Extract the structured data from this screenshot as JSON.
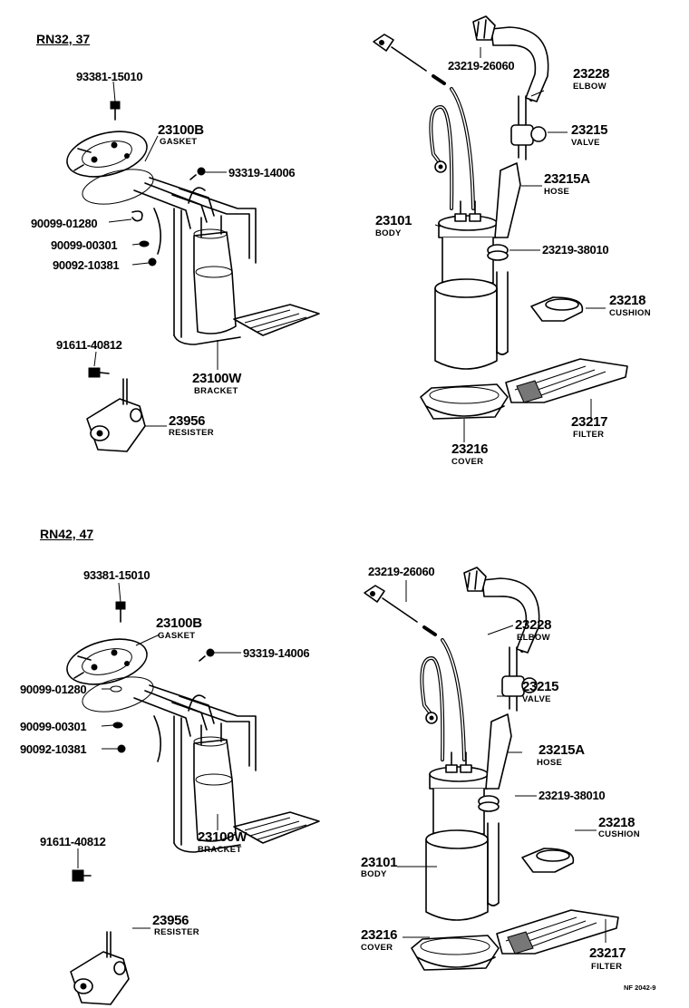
{
  "sections": [
    {
      "title": "RN32, 37",
      "parts": {
        "bolt": {
          "number": "93381-15010"
        },
        "gasket": {
          "number": "23100B",
          "name": "GASKET"
        },
        "screw": {
          "number": "93319-14006"
        },
        "clip": {
          "number": "90099-01280"
        },
        "clamp_small": {
          "number": "90099-00301"
        },
        "nut": {
          "number": "90092-10381"
        },
        "bracket": {
          "number": "23100W",
          "name": "BRACKET"
        },
        "resister_bolt": {
          "number": "91611-40812"
        },
        "resister": {
          "number": "23956",
          "name": "RESISTER"
        },
        "hose_clip_top": {
          "number": "23219-26060"
        },
        "elbow": {
          "number": "23228",
          "name": "ELBOW"
        },
        "valve": {
          "number": "23215",
          "name": "VALVE"
        },
        "hose": {
          "number": "23215A",
          "name": "HOSE"
        },
        "body": {
          "number": "23101",
          "name": "BODY"
        },
        "hose_clamp": {
          "number": "23219-38010"
        },
        "cushion": {
          "number": "23218",
          "name": "CUSHION"
        },
        "filter": {
          "number": "23217",
          "name": "FILTER"
        },
        "cover": {
          "number": "23216",
          "name": "COVER"
        }
      }
    },
    {
      "title": "RN42, 47",
      "parts": {
        "bolt": {
          "number": "93381-15010"
        },
        "gasket": {
          "number": "23100B",
          "name": "GASKET"
        },
        "screw": {
          "number": "93319-14006"
        },
        "clip": {
          "number": "90099-01280"
        },
        "clamp_small": {
          "number": "90099-00301"
        },
        "nut": {
          "number": "90092-10381"
        },
        "bracket": {
          "number": "23100W",
          "name": "BRACKET"
        },
        "resister_bolt": {
          "number": "91611-40812"
        },
        "resister": {
          "number": "23956",
          "name": "RESISTER"
        },
        "hose_clip_top": {
          "number": "23219-26060"
        },
        "elbow": {
          "number": "23228",
          "name": "ELBOW"
        },
        "valve": {
          "number": "23215",
          "name": "VALVE"
        },
        "hose": {
          "number": "23215A",
          "name": "HOSE"
        },
        "body": {
          "number": "23101",
          "name": "BODY"
        },
        "hose_clamp": {
          "number": "23219-38010"
        },
        "cushion": {
          "number": "23218",
          "name": "CUSHION"
        },
        "filter": {
          "number": "23217",
          "name": "FILTER"
        },
        "cover": {
          "number": "23216",
          "name": "COVER"
        }
      }
    }
  ],
  "footer_code": "NF 2042-9"
}
